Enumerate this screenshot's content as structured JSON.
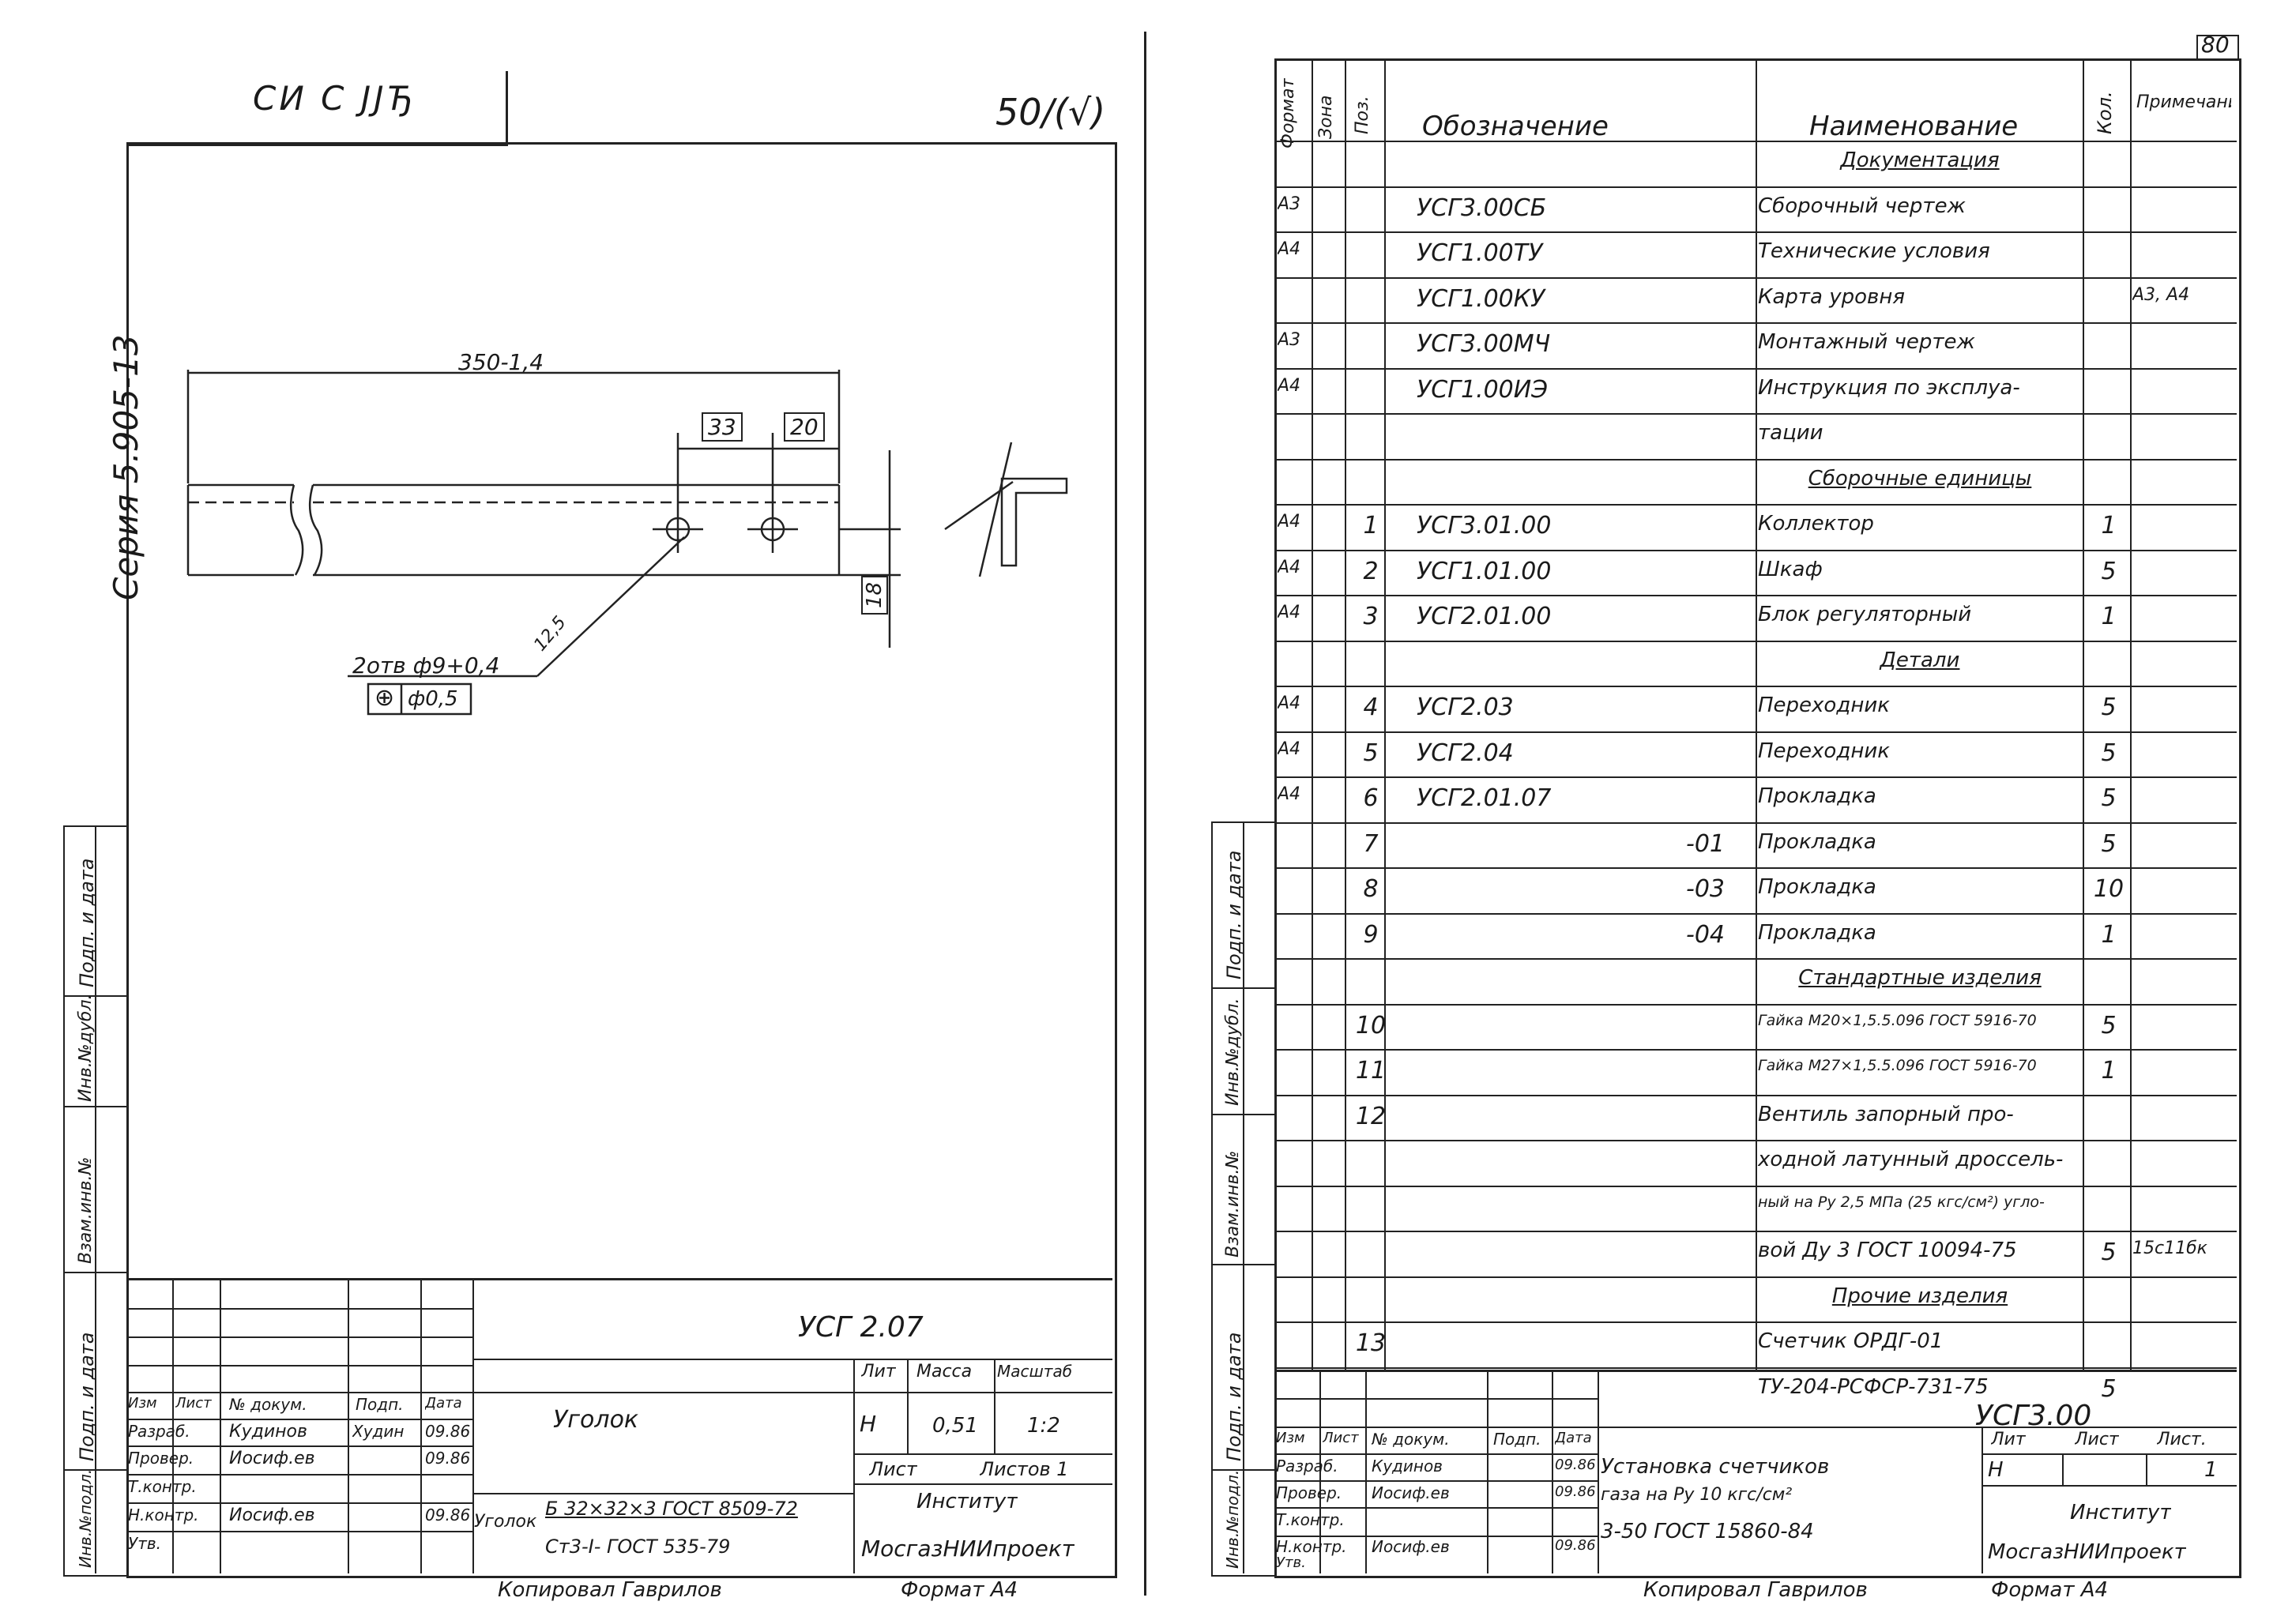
{
  "left_sheet": {
    "top_stamp": "СИ С ЈЈЂ",
    "roughness_mark": "50/(√)",
    "series_label": "Серия 5.905-13",
    "drawing": {
      "length_dim": "350-1,4",
      "dim_33": "33",
      "dim_20": "20",
      "dim_18": "18",
      "hole_note": "2отв ф9+0,4",
      "tolerance_symbol": "⊕",
      "tolerance_value": "ф0,5",
      "roughness_small": "12,5"
    },
    "side_strip": [
      "Подп. и дата",
      "Инв.№дубл.",
      "Взам.инв.№",
      "Подп. и дата",
      "Инв.№подл."
    ],
    "title_block": {
      "code": "УСГ 2.07",
      "name": "Уголок",
      "material_line1": "Б 32×32×3 ГОСТ 8509-72",
      "material_prefix": "Уголок",
      "material_line2": "Ст3-I- ГОСТ 535-79",
      "col_lit": "Лит",
      "col_mass": "Масса",
      "col_scale": "Масштаб",
      "lit_value": "Н",
      "mass_value": "0,51",
      "scale_value": "1:2",
      "sheet": "Лист",
      "sheets": "Листов 1",
      "institute": "Институт",
      "org": "МосгазНИИпроект",
      "hdr": [
        "Изм",
        "Лист",
        "№ докум.",
        "Подп.",
        "Дата"
      ],
      "rows": [
        {
          "role": "Разраб.",
          "name": "Кудинов",
          "sig": "Худин",
          "date": "09.86"
        },
        {
          "role": "Провер.",
          "name": "Иосиф.ев",
          "sig": "",
          "date": "09.86"
        },
        {
          "role": "Т.контр.",
          "name": "",
          "sig": "",
          "date": ""
        },
        {
          "role": "Н.контр.",
          "name": "Иосиф.ев",
          "sig": "",
          "date": "09.86"
        },
        {
          "role": "Утв.",
          "name": "",
          "sig": "",
          "date": ""
        }
      ]
    },
    "footer_copy": "Копировал  Гаврилов",
    "footer_format": "Формат  А4"
  },
  "right_sheet": {
    "page_number": "80",
    "headers": {
      "format": "Формат",
      "zone": "Зона",
      "pos": "Поз.",
      "designation": "Обозначение",
      "name": "Наименование",
      "qty": "Кол.",
      "note": "Примечание"
    },
    "rows": [
      {
        "f": "",
        "p": "",
        "d": "",
        "n": "Документация",
        "q": "",
        "r": "",
        "section": true
      },
      {
        "f": "А3",
        "p": "",
        "d": "УСГ3.00СБ",
        "n": "Сборочный чертеж",
        "q": "",
        "r": ""
      },
      {
        "f": "А4",
        "p": "",
        "d": "УСГ1.00ТУ",
        "n": "Технические условия",
        "q": "",
        "r": ""
      },
      {
        "f": "",
        "p": "",
        "d": "УСГ1.00КУ",
        "n": "Карта уровня",
        "q": "",
        "r": "А3, А4"
      },
      {
        "f": "А3",
        "p": "",
        "d": "УСГ3.00МЧ",
        "n": "Монтажный чертеж",
        "q": "",
        "r": ""
      },
      {
        "f": "А4",
        "p": "",
        "d": "УСГ1.00ИЭ",
        "n": "Инструкция по эксплуа-",
        "q": "",
        "r": ""
      },
      {
        "f": "",
        "p": "",
        "d": "",
        "n": "тации",
        "q": "",
        "r": ""
      },
      {
        "f": "",
        "p": "",
        "d": "",
        "n": "Сборочные единицы",
        "q": "",
        "r": "",
        "section": true
      },
      {
        "f": "А4",
        "p": "1",
        "d": "УСГ3.01.00",
        "n": "Коллектор",
        "q": "1",
        "r": ""
      },
      {
        "f": "А4",
        "p": "2",
        "d": "УСГ1.01.00",
        "n": "Шкаф",
        "q": "5",
        "r": ""
      },
      {
        "f": "А4",
        "p": "3",
        "d": "УСГ2.01.00",
        "n": "Блок регуляторный",
        "q": "1",
        "r": ""
      },
      {
        "f": "",
        "p": "",
        "d": "",
        "n": "Детали",
        "q": "",
        "r": "",
        "section": true
      },
      {
        "f": "А4",
        "p": "4",
        "d": "УСГ2.03",
        "n": "Переходник",
        "q": "5",
        "r": ""
      },
      {
        "f": "А4",
        "p": "5",
        "d": "УСГ2.04",
        "n": "Переходник",
        "q": "5",
        "r": ""
      },
      {
        "f": "А4",
        "p": "6",
        "d": "УСГ2.01.07",
        "n": "Прокладка",
        "q": "5",
        "r": ""
      },
      {
        "f": "",
        "p": "7",
        "d": "-01",
        "n": "Прокладка",
        "q": "5",
        "r": ""
      },
      {
        "f": "",
        "p": "8",
        "d": "-03",
        "n": "Прокладка",
        "q": "10",
        "r": ""
      },
      {
        "f": "",
        "p": "9",
        "d": "-04",
        "n": "Прокладка",
        "q": "1",
        "r": ""
      },
      {
        "f": "",
        "p": "",
        "d": "",
        "n": "Стандартные изделия",
        "q": "",
        "r": "",
        "section": true
      },
      {
        "f": "",
        "p": "10",
        "d": "",
        "n": "Гайка М20×1,5.5.096 ГОСТ 5916-70",
        "q": "5",
        "r": ""
      },
      {
        "f": "",
        "p": "11",
        "d": "",
        "n": "Гайка М27×1,5.5.096 ГОСТ 5916-70",
        "q": "1",
        "r": ""
      },
      {
        "f": "",
        "p": "12",
        "d": "",
        "n": "Вентиль запорный про-",
        "q": "",
        "r": ""
      },
      {
        "f": "",
        "p": "",
        "d": "",
        "n": "ходной латунный дроссель-",
        "q": "",
        "r": ""
      },
      {
        "f": "",
        "p": "",
        "d": "",
        "n": "ный на Ру 2,5 МПа (25 кгс/см²) угло-",
        "q": "",
        "r": ""
      },
      {
        "f": "",
        "p": "",
        "d": "",
        "n": "вой Ду 3 ГОСТ 10094-75",
        "q": "5",
        "r": "15с11бк"
      },
      {
        "f": "",
        "p": "",
        "d": "",
        "n": "Прочие изделия",
        "q": "",
        "r": "",
        "section": true
      },
      {
        "f": "",
        "p": "13",
        "d": "",
        "n": "Счетчик ОРДГ-01",
        "q": "",
        "r": ""
      },
      {
        "f": "",
        "p": "",
        "d": "",
        "n": "ТУ-204-РСФСР-731-75",
        "q": "5",
        "r": ""
      }
    ],
    "title_block": {
      "code": "УСГ3.00",
      "title_line1": "Установка счетчиков",
      "title_line2": "газа на Ру 10 кгс/см²",
      "title_line3": "3-50 ГОСТ 15860-84",
      "lit": "Лит",
      "sheet": "Лист",
      "sheets": "Лист.",
      "lit_value": "Н",
      "sheets_value": "1",
      "institute": "Институт",
      "org": "МосгазНИИпроект",
      "hdr": [
        "Изм",
        "Лист",
        "№ докум.",
        "Подп.",
        "Дата"
      ],
      "rows": [
        {
          "role": "Разраб.",
          "name": "Кудинов",
          "date": "09.86"
        },
        {
          "role": "Провер.",
          "name": "Иосиф.ев",
          "date": "09.86"
        },
        {
          "role": "Т.контр.",
          "name": "",
          "date": ""
        },
        {
          "role": "Н.контр.",
          "name": "Иосиф.ев",
          "date": "09.86"
        },
        {
          "role": "Утв.",
          "name": "",
          "date": ""
        }
      ]
    },
    "side_strip": [
      "Подп. и дата",
      "Инв.№дубл.",
      "Взам.инв.№",
      "Подп. и дата",
      "Инв.№подл."
    ],
    "footer_copy": "Копировал  Гаврилов",
    "footer_format": "Формат  А4"
  }
}
